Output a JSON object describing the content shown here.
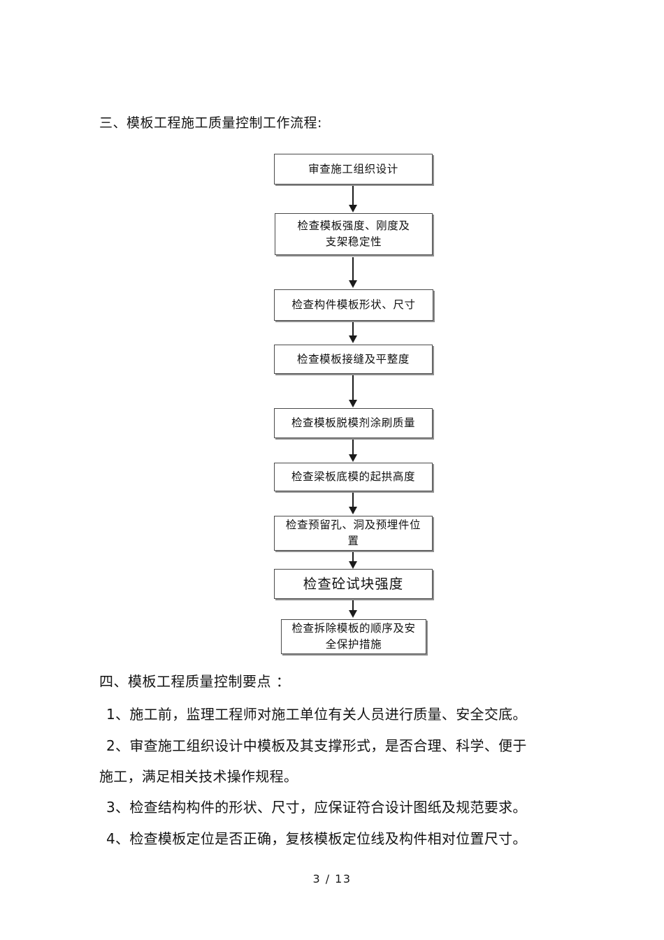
{
  "document": {
    "headings": {
      "section_three": "三、模板工程施工质量控制工作流程:",
      "section_four": "四、模板工程质量控制要点  ："
    },
    "paragraphs": [
      {
        "id": "item-1",
        "text": "1、施工前，监理工程师对施工单位有关人员进行质量、安全交底。"
      },
      {
        "id": "item-2",
        "text": "2、审查施工组织设计中模板及其支撑形式，是否合理、科学、便于",
        "continuation": "施工，满足相关技术操作规程。"
      },
      {
        "id": "item-3",
        "text": "3、检查结构构件的形状、尺寸，应保证符合设计图纸及规范要求。"
      },
      {
        "id": "item-4",
        "text": "4、检查模板定位是否正确，复核模板定位线及构件相对位置尺寸。"
      }
    ],
    "footer": {
      "page_number": "3",
      "separator": "/",
      "page_total": "13",
      "text": "3  /  13"
    }
  },
  "flowchart": {
    "title": "模板工程施工质量控制工作流程",
    "nodes": [
      {
        "id": "node-1",
        "label": "审查施工组织设计",
        "lines": [
          "审查施工组织设计"
        ]
      },
      {
        "id": "node-2",
        "label": "检查模板强度、刚度及支架稳定性",
        "lines": [
          "检查模板强度、刚度及",
          "支架稳定性"
        ]
      },
      {
        "id": "node-3",
        "label": "检查构件模板形状、尺寸",
        "lines": [
          "检查构件模板形状、尺寸"
        ]
      },
      {
        "id": "node-4",
        "label": "检查模板接缝及平整度",
        "lines": [
          "检查模板接缝及平整度"
        ]
      },
      {
        "id": "node-5",
        "label": "检查模板脱模剂涂刷质量",
        "lines": [
          "检查模板脱模剂涂刷质量"
        ]
      },
      {
        "id": "node-6",
        "label": "检查梁板底模的起拱高度",
        "lines": [
          "检查梁板底模的起拱高度"
        ]
      },
      {
        "id": "node-7",
        "label": "检查预留孔、洞及预埋件位置",
        "lines": [
          "检查预留孔、洞及预埋件位",
          "置"
        ]
      },
      {
        "id": "node-8",
        "label": "检查砼试块强度",
        "lines": [
          "检查砼试块强度"
        ]
      },
      {
        "id": "node-9",
        "label": "检查拆除模板的顺序及安全保护措施",
        "lines": [
          "检查拆除模板的顺序及安",
          "全保护措施"
        ]
      }
    ],
    "connectors": [
      {
        "from": "node-1",
        "to": "node-2"
      },
      {
        "from": "node-2",
        "to": "node-3"
      },
      {
        "from": "node-3",
        "to": "node-4"
      },
      {
        "from": "node-4",
        "to": "node-5"
      },
      {
        "from": "node-5",
        "to": "node-6"
      },
      {
        "from": "node-6",
        "to": "node-7"
      },
      {
        "from": "node-7",
        "to": "node-8"
      },
      {
        "from": "node-8",
        "to": "node-9"
      }
    ],
    "colors": {
      "box_border": "#4a4a4a",
      "box_shadow": "#8f8f8f",
      "arrow": "#1b1b1b",
      "background": "#ffffff",
      "text": "#111111"
    }
  }
}
